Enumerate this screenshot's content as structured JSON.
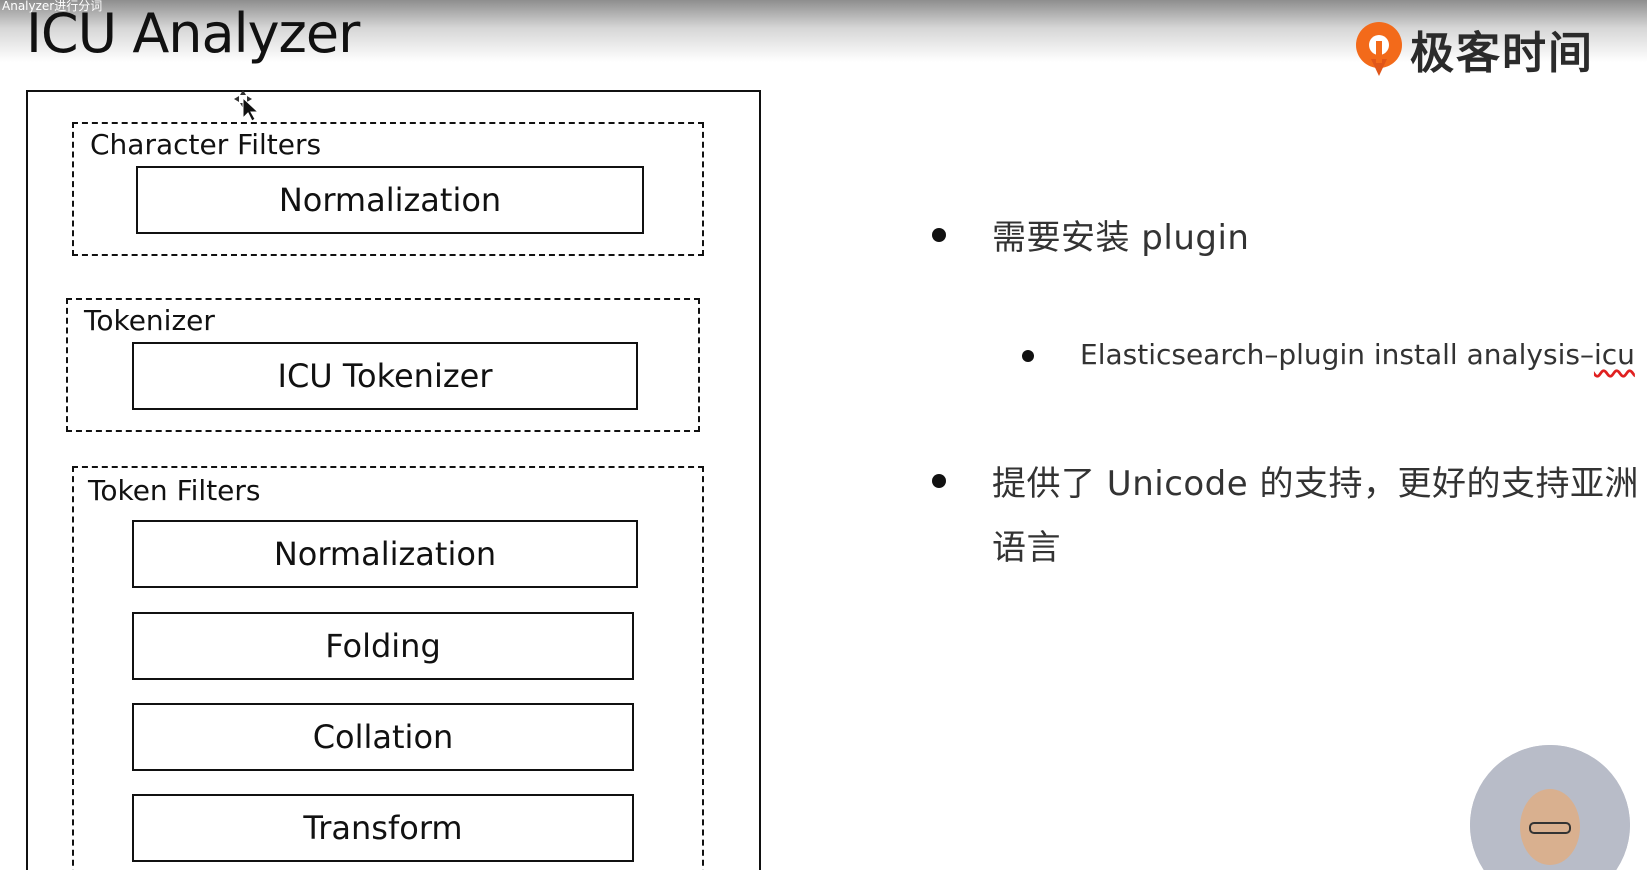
{
  "window": {
    "caption": "Analyzer进行分词"
  },
  "slide": {
    "title": "ICU Analyzer"
  },
  "brand": {
    "name": "极客时间",
    "colors": {
      "logo_main": "#f36a1a",
      "logo_dark": "#e0561a"
    }
  },
  "diagram": {
    "character_filters": {
      "label": "Character Filters",
      "components": [
        "Normalization"
      ]
    },
    "tokenizer": {
      "label": "Tokenizer",
      "components": [
        "ICU Tokenizer"
      ]
    },
    "token_filters": {
      "label": "Token Filters",
      "components": [
        "Normalization",
        "Folding",
        "Collation",
        "Transform"
      ]
    }
  },
  "points": {
    "install": "需要安装 plugin",
    "install_command_prefix": "Elasticsearch–plugin install analysis–",
    "install_command_suffix": "icu",
    "unicode_line1": "提供了 Unicode 的支持，更好的支持亚洲",
    "unicode_line2": "语言"
  },
  "icons": {
    "cursor": "move-cursor-icon",
    "logo": "geektime-logo-icon"
  }
}
